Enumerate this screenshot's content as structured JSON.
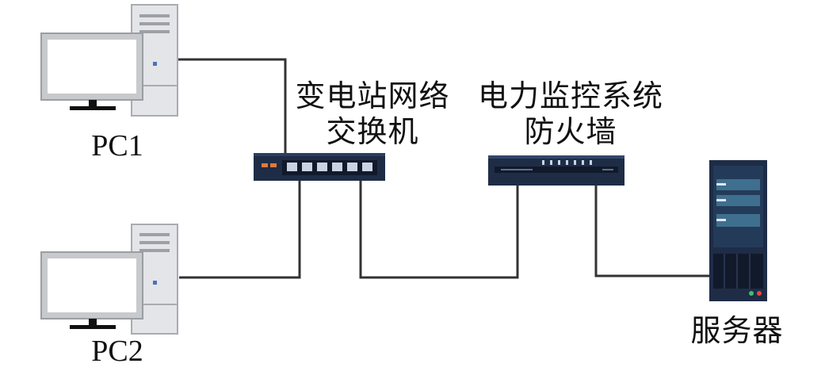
{
  "diagram": {
    "nodes": {
      "pc1": {
        "label": "PC1"
      },
      "pc2": {
        "label": "PC2"
      },
      "switch": {
        "label_line1": "变电站网络",
        "label_line2": "交换机"
      },
      "firewall": {
        "label_line1": "电力监控系统",
        "label_line2": "防火墙"
      },
      "server": {
        "label": "服务器"
      }
    },
    "edges": [
      {
        "from": "pc1",
        "to": "switch"
      },
      {
        "from": "pc2",
        "to": "switch"
      },
      {
        "from": "switch",
        "to": "firewall"
      },
      {
        "from": "firewall",
        "to": "server"
      }
    ]
  },
  "colors": {
    "monitor_frame": "#c7c9cc",
    "monitor_screen": "#ffffff",
    "tower_body": "#e3e5e8",
    "tower_outline": "#a9acb0",
    "device_navy": "#1e2c46",
    "port_light": "#c9d3e2",
    "server_panel": "#3f6f8e",
    "wire": "#333333"
  }
}
